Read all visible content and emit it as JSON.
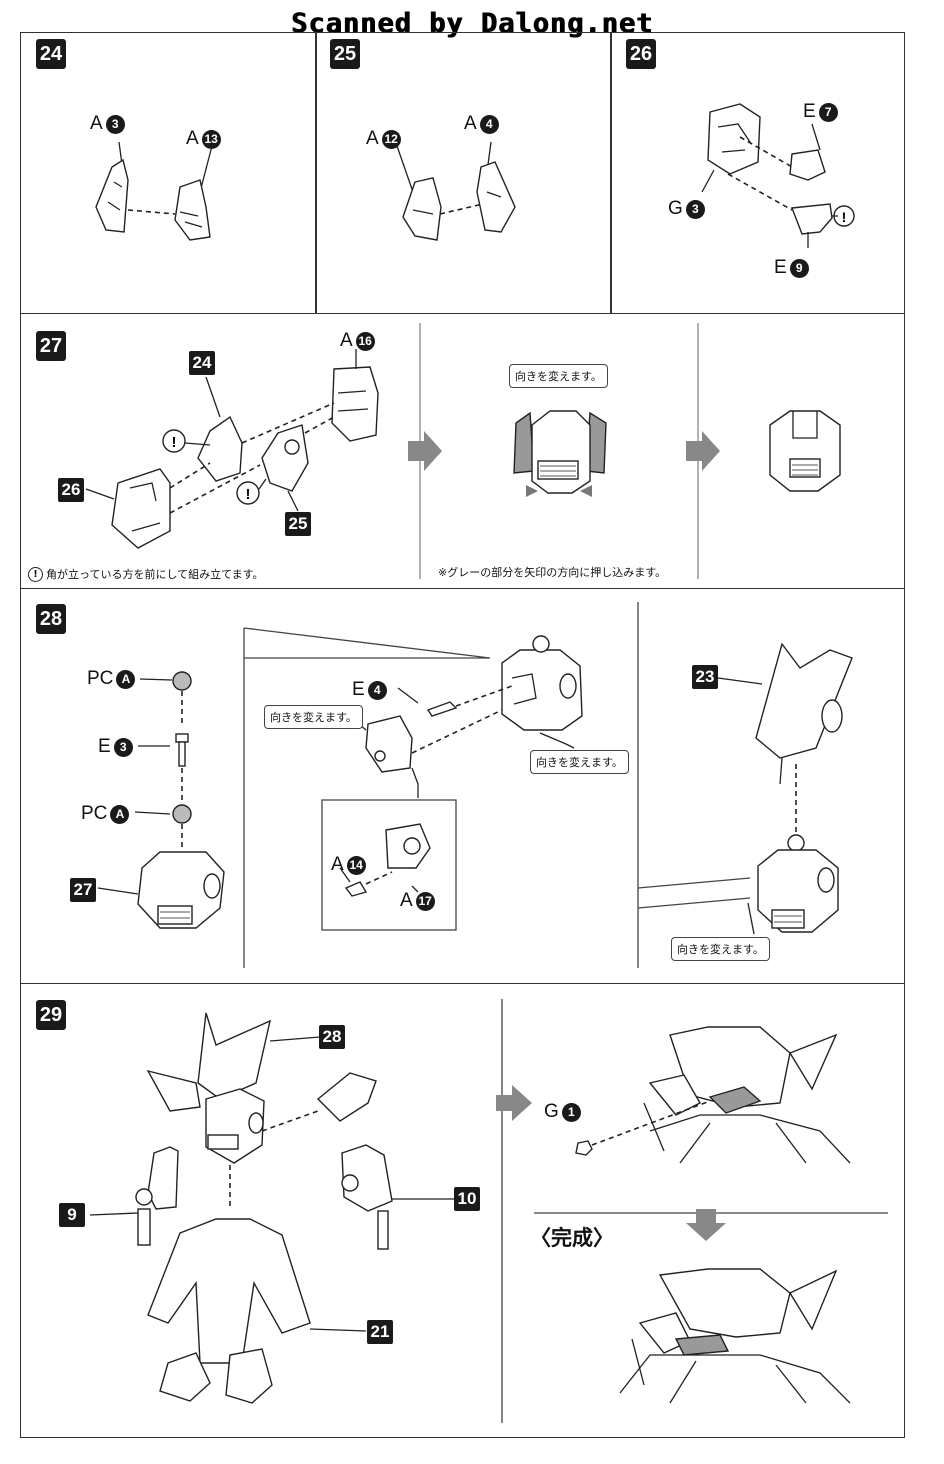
{
  "header": {
    "scan_credit": "Scanned by Dalong.net"
  },
  "steps": {
    "s24": {
      "num": "24",
      "labels": [
        {
          "letter": "A",
          "num": "3"
        },
        {
          "letter": "A",
          "num": "13"
        }
      ]
    },
    "s25": {
      "num": "25",
      "labels": [
        {
          "letter": "A",
          "num": "12"
        },
        {
          "letter": "A",
          "num": "4"
        }
      ]
    },
    "s26": {
      "num": "26",
      "labels": [
        {
          "letter": "E",
          "num": "7"
        },
        {
          "letter": "G",
          "num": "3"
        },
        {
          "letter": "E",
          "num": "9"
        }
      ]
    },
    "s27": {
      "num": "27",
      "refs": [
        "24",
        "26",
        "25"
      ],
      "labels": [
        {
          "letter": "A",
          "num": "16"
        }
      ],
      "callout_turn": "向きを変えます。",
      "note_corner": "角が立っている方を前にして組み立てます。",
      "note_gray": "※グレーの部分を矢印の方向に押し込みます。"
    },
    "s28": {
      "num": "28",
      "refs": [
        "27",
        "23"
      ],
      "labels": [
        {
          "letter": "PC",
          "num": "A"
        },
        {
          "letter": "E",
          "num": "3"
        },
        {
          "letter": "PC",
          "num": "A"
        },
        {
          "letter": "E",
          "num": "4"
        },
        {
          "letter": "A",
          "num": "14"
        },
        {
          "letter": "A",
          "num": "17"
        }
      ],
      "callout_turn": "向きを変えます。"
    },
    "s29": {
      "num": "29",
      "refs": [
        "28",
        "9",
        "10",
        "21"
      ],
      "labels": [
        {
          "letter": "G",
          "num": "1"
        }
      ],
      "complete": "〈完成〉"
    }
  },
  "icons": {
    "warning": "exclamation-circle-icon",
    "flow": "right-arrow-icon",
    "down": "down-arrow-icon"
  }
}
